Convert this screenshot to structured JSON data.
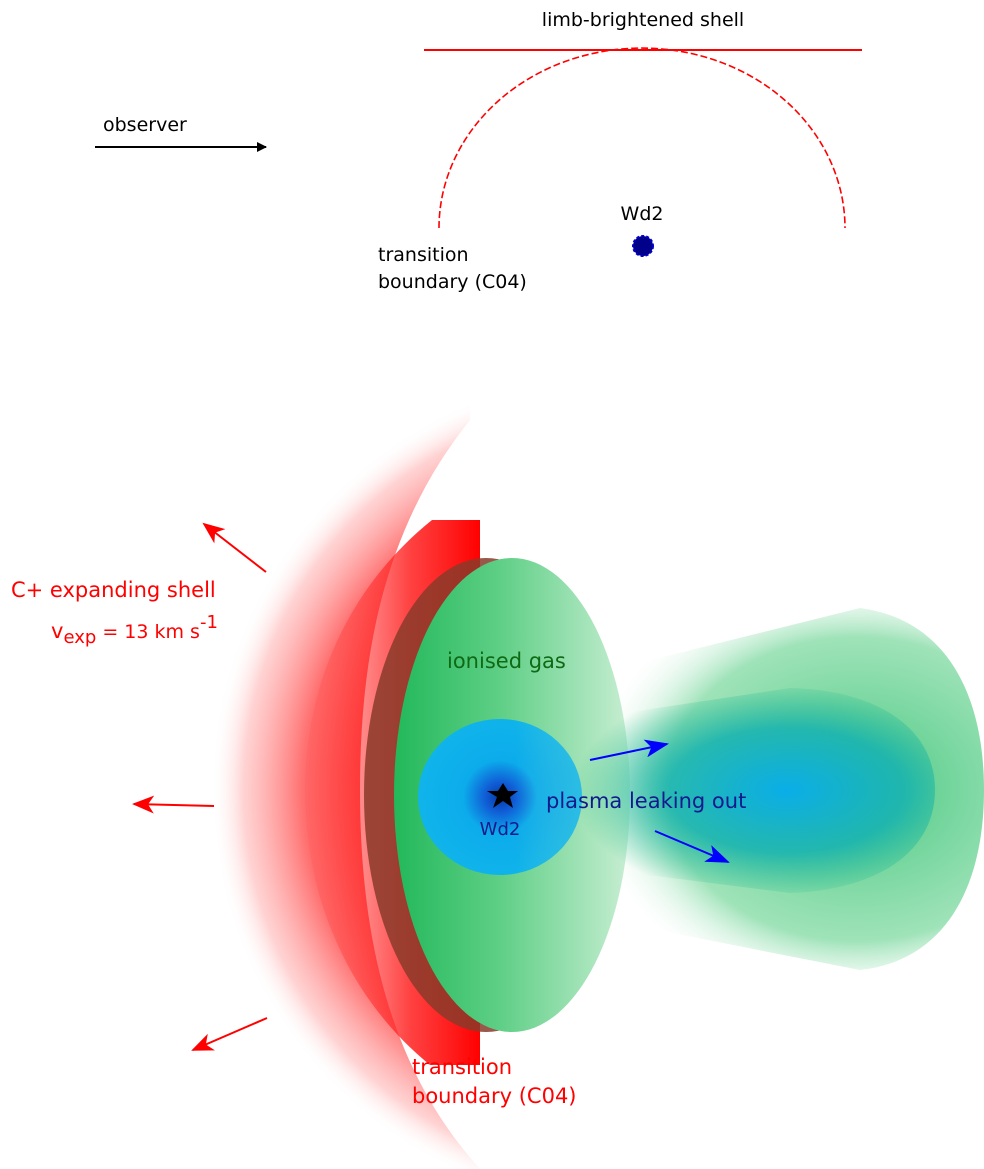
{
  "top_panel": {
    "limb_label": "limb-brightened shell",
    "observer_label": "observer",
    "star_label": "Wd2",
    "boundary_label_line1": "transition",
    "boundary_label_line2": "boundary (C04)"
  },
  "bottom_panel": {
    "shell_label": "C+ expanding shell",
    "velocity_symbol": "v",
    "velocity_subscript": "exp",
    "velocity_value": " = 13 km s",
    "velocity_exponent": "-1",
    "ionised_label": "ionised gas",
    "plasma_label": "plasma leaking out",
    "star_label": "Wd2",
    "boundary_label_line1": "transition",
    "boundary_label_line2": "boundary (C04)"
  },
  "colors": {
    "red": "#ff0000",
    "dark_red_edge": "#a33a2a",
    "green": "#2fbf63",
    "green_text": "#0f6a14",
    "cyan": "#10b0e8",
    "blue_arrow": "#0000ff",
    "navy_text": "#111a8c",
    "star_blue": "#00008b"
  }
}
